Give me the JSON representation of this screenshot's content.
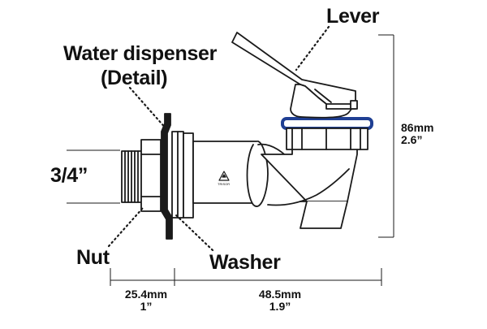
{
  "labels": {
    "lever": "Lever",
    "water_dispenser": "Water dispenser",
    "detail": "(Detail)",
    "thread_size": "3/4”",
    "nut": "Nut",
    "washer": "Washer",
    "brand_mark": "TRISOR"
  },
  "dimensions": {
    "height_mm": "86mm",
    "height_in": "2.6”",
    "thread_len_mm": "25.4mm",
    "thread_len_in": "1”",
    "body_len_mm": "48.5mm",
    "body_len_in": "1.9”"
  },
  "colors": {
    "outline": "#1a1a1a",
    "collar_blue": "#1f3f93",
    "background": "#ffffff"
  }
}
